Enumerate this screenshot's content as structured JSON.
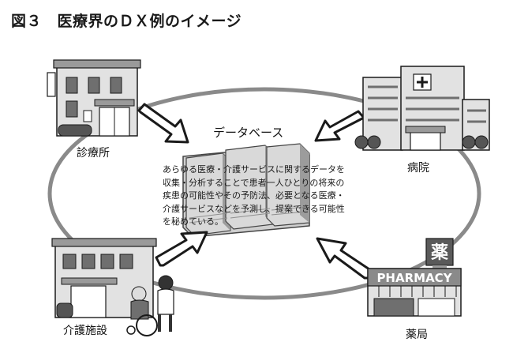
{
  "figure": {
    "title": "図３　医療界のＤＸ例のイメージ",
    "center_label": "データベース",
    "description": "あらゆる医療・介護サービスに関するデータを収集・分析することで患者一人ひとりの将来の疾患の可能性やその予防法、必要となる医療・介護サービスなどを予測し、提案できる可能性を秘めている。"
  },
  "nodes": {
    "clinic": "診療所",
    "hospital": "病院",
    "care": "介護施設",
    "pharmacy": "薬局"
  },
  "signs": {
    "pharmacy_sign": "PHARMACY",
    "medicine_kanji": "薬"
  },
  "icons": {
    "clinic": "clinic-building-icon",
    "hospital": "hospital-building-icon",
    "care": "care-facility-icon",
    "pharmacy": "pharmacy-store-icon",
    "database": "database-servers-icon"
  },
  "colors": {
    "outline": "#1a1a1a",
    "wall": "#e2e2e2",
    "wall_dark": "#9a9a9a",
    "window": "#6f6f6f",
    "ellipse": "#8a8a8a"
  }
}
